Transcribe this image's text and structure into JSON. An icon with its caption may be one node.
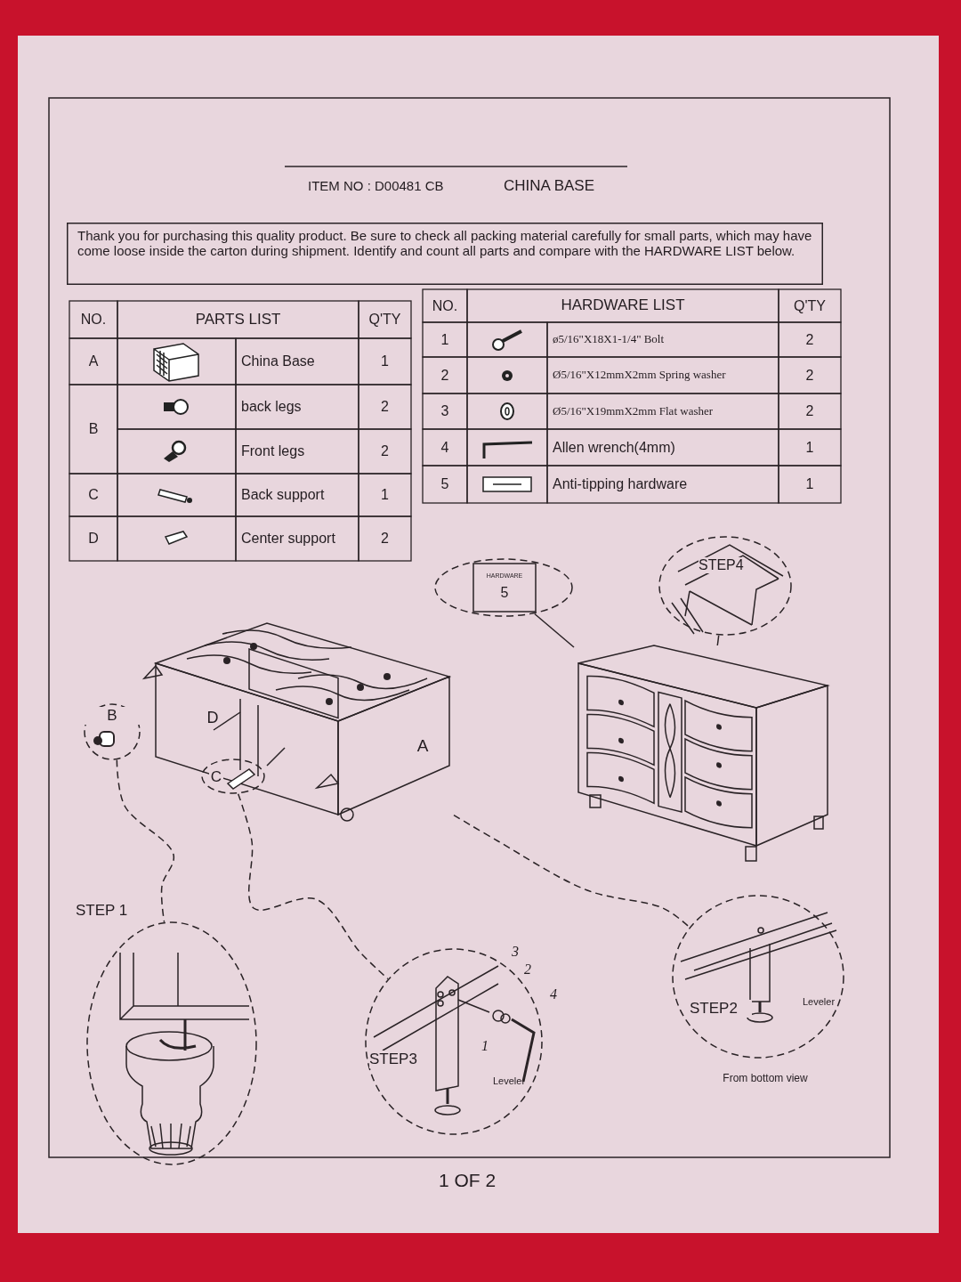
{
  "diagram": {
    "nodes": [
      {
        "text": [
          "Thank you for purchasing this quality product. Be sure to check all packing material carefully for small parts, which may have come loose inside the carton during shipment. Identify and count all parts and compare with the HARDWARE LIST below."
        ]
      },
      {
        "text": [],
        "shape": "picture"
      },
      {
        "text": [
          "B"
        ]
      },
      {
        "text": [
          "C"
        ],
        "in": 1
      },
      {
        "text": [],
        "shape": "picture"
      },
      {
        "text": [
          "HARDWARE",
          "5"
        ]
      },
      {
        "text": [
          "STEP4"
        ]
      },
      {
        "text": [
          "STEP 1"
        ]
      },
      {
        "text": [
          "STEP3"
        ]
      },
      {
        "text": [
          "STEP2"
        ],
        "beside": [
          "From bottom view"
        ]
      }
    ],
    "edges": [
      {
        "from": 2,
        "to": 7,
        "arrow": "none",
        "style": "dashed"
      },
      {
        "from": 3,
        "to": 8,
        "arrow": "none",
        "style": "dashed"
      },
      {
        "from": 1,
        "to": 9,
        "arrow": "none",
        "style": "dashed"
      },
      {
        "from": 5,
        "to": 4,
        "arrow": "none"
      },
      {
        "from": 6,
        "to": 4,
        "arrow": "none"
      }
    ],
    "labels": [
      "ITEM NO : D00481 CB",
      "CHINA BASE",
      "NO.",
      "PARTS LIST",
      "Q'TY",
      "A",
      "China Base",
      "1",
      "B",
      "back legs",
      "2",
      "Front legs",
      "2",
      "C",
      "Back support",
      "1",
      "D",
      "Center support",
      "2",
      "NO.",
      "HARDWARE LIST",
      "Q'TY",
      "1",
      "ø5/16\"X18X1-1/4\" Bolt",
      "2",
      "2",
      "Ø5/16\"X12mmX2mm Spring washer",
      "2",
      "3",
      "Ø5/16\"X19mmX2mm Flat washer",
      "2",
      "4",
      "Allen wrench(4mm)",
      "1",
      "5",
      "Anti-tipping hardware",
      "1",
      "D",
      "A",
      "3",
      "2",
      "1",
      "4",
      "Leveler",
      "Leveler",
      "1 OF 2"
    ]
  }
}
